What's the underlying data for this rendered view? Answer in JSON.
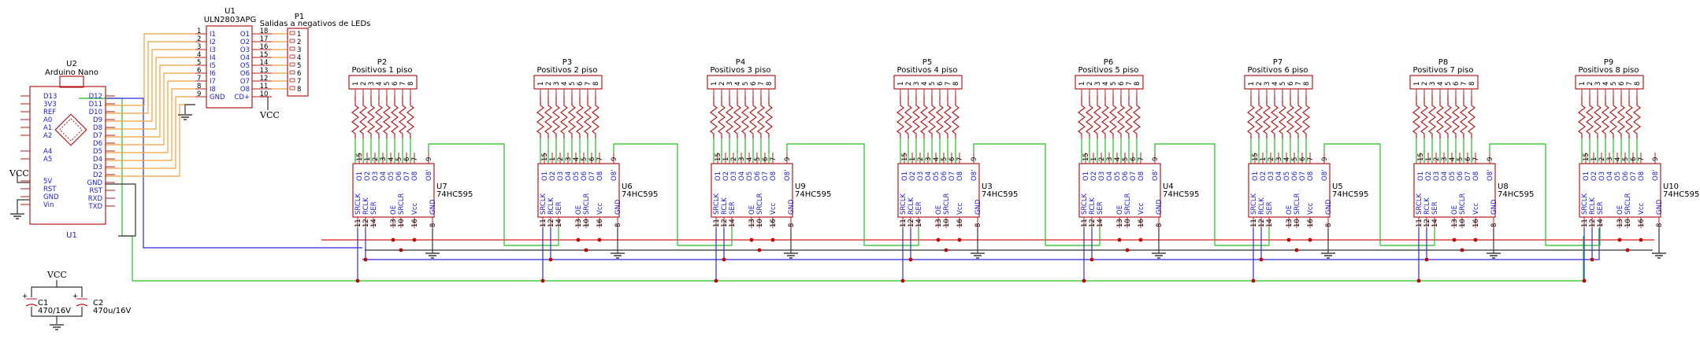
{
  "colors": {
    "part": "#b51c1c",
    "pin_text": "#1b1bd6",
    "wire_red": "#e01e1e",
    "wire_green": "#1ec21e",
    "wire_blue": "#2b2bd9",
    "wire_black": "#333333",
    "wire_orange": "#f2a03a",
    "junction": "#c40000"
  },
  "arduino": {
    "ref": "U2",
    "value": "Arduino Nano",
    "footer_ref": "U1",
    "left_pins": [
      "D13",
      "3V3",
      "REF",
      "A0",
      "A1",
      "A2",
      "A4",
      "A5",
      "5V",
      "RST",
      "GND",
      "Vin"
    ],
    "right_pins": [
      "D12",
      "D11",
      "D10",
      "D9",
      "D8",
      "D7",
      "D6",
      "D5",
      "D4",
      "D3",
      "D2",
      "GND",
      "RST",
      "RXD",
      "TXD"
    ]
  },
  "driver": {
    "ref": "U1",
    "value": "ULN2803APG",
    "left_numbers": [
      "1",
      "2",
      "3",
      "4",
      "5",
      "6",
      "7",
      "8",
      "9"
    ],
    "left_names": [
      "I1",
      "I2",
      "I3",
      "I4",
      "I5",
      "I6",
      "I7",
      "I8",
      "GND"
    ],
    "right_numbers": [
      "18",
      "17",
      "16",
      "15",
      "14",
      "13",
      "12",
      "11",
      "10"
    ],
    "right_names": [
      "O1",
      "O2",
      "O3",
      "O4",
      "O5",
      "O6",
      "O7",
      "O8",
      "CD+"
    ]
  },
  "p1": {
    "ref": "P1",
    "value": "Salidas a negativos de LEDs",
    "pins": [
      "1",
      "2",
      "3",
      "4",
      "5",
      "6",
      "7",
      "8"
    ]
  },
  "shift_pins": {
    "q_numbers": [
      "15",
      "1",
      "2",
      "3",
      "4",
      "5",
      "6",
      "7",
      "9"
    ],
    "q_names": [
      "O1",
      "O2",
      "O3",
      "O4",
      "O5",
      "O6",
      "O7",
      "O8",
      "O8'"
    ],
    "b_numbers": [
      "11",
      "12",
      "14",
      "13",
      "10",
      "16",
      "8"
    ],
    "b_names": [
      "SRCLK",
      "RCLK",
      "SER",
      "OE",
      "SRCLR",
      "Vcc",
      "GND"
    ]
  },
  "conn_pins": [
    "1",
    "2",
    "3",
    "4",
    "5",
    "6",
    "7",
    "8"
  ],
  "stages": [
    {
      "conn_ref": "P2",
      "conn_value": "Positivos 1 piso",
      "ic_ref": "U7",
      "ic_value": "74HC595"
    },
    {
      "conn_ref": "P3",
      "conn_value": "Positivos 2 piso",
      "ic_ref": "U6",
      "ic_value": "74HC595"
    },
    {
      "conn_ref": "P4",
      "conn_value": "Positivos 3 piso",
      "ic_ref": "U9",
      "ic_value": "74HC595"
    },
    {
      "conn_ref": "P5",
      "conn_value": "Positivos 4 piso",
      "ic_ref": "U3",
      "ic_value": "74HC595"
    },
    {
      "conn_ref": "P6",
      "conn_value": "Positivos 5 piso",
      "ic_ref": "U4",
      "ic_value": "74HC595"
    },
    {
      "conn_ref": "P7",
      "conn_value": "Positivos 6 piso",
      "ic_ref": "U5",
      "ic_value": "74HC595"
    },
    {
      "conn_ref": "P8",
      "conn_value": "Positivos 7 piso",
      "ic_ref": "U8",
      "ic_value": "74HC595"
    },
    {
      "conn_ref": "P9",
      "conn_value": "Positivos 8 piso",
      "ic_ref": "U10",
      "ic_value": "74HC595"
    }
  ],
  "capacitors": [
    {
      "ref": "C1",
      "value": "470/16V",
      "polarity": "+"
    },
    {
      "ref": "C2",
      "value": "470u/16V",
      "polarity": "+"
    }
  ],
  "power_labels": {
    "vcc": "VCC"
  }
}
